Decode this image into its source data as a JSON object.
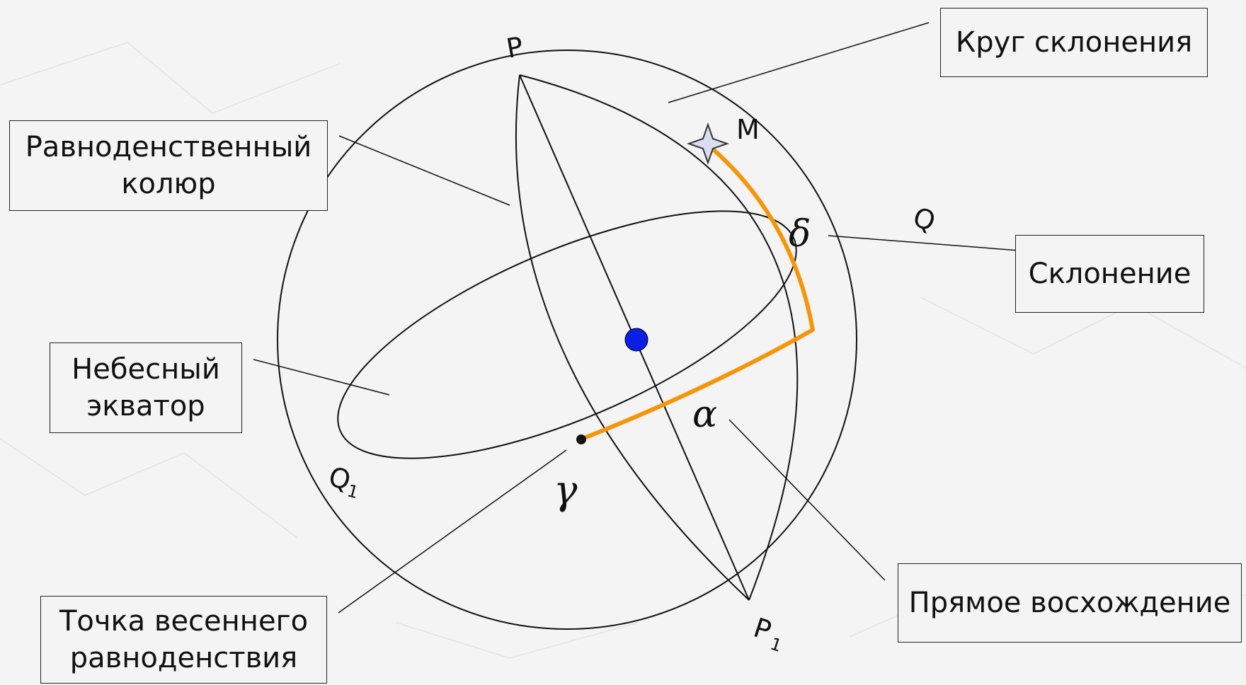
{
  "points": {
    "P": "P",
    "P1_main": "P",
    "P1_sub": "1",
    "Q": "Q",
    "Q1_main": "Q",
    "Q1_sub": "1",
    "M": "M",
    "delta": "δ",
    "alpha": "α",
    "gamma": "γ"
  },
  "labels": {
    "declination_circle": "Круг склонения",
    "equinoctial_colure_line1": "Равноденственный",
    "equinoctial_colure_line2": "колюр",
    "celestial_equator_line1": "Небесный",
    "celestial_equator_line2": "экватор",
    "declination": "Склонение",
    "right_ascension": "Прямое восхождение",
    "vernal_equinox_line1": "Точка весеннего",
    "vernal_equinox_line2": "равноденствия"
  },
  "colors": {
    "background": "#f4f4f4",
    "line": "#111111",
    "arc_highlight": "#f5960a",
    "center_dot": "#0a1ee6",
    "star_fill": "#dcdcf0"
  }
}
